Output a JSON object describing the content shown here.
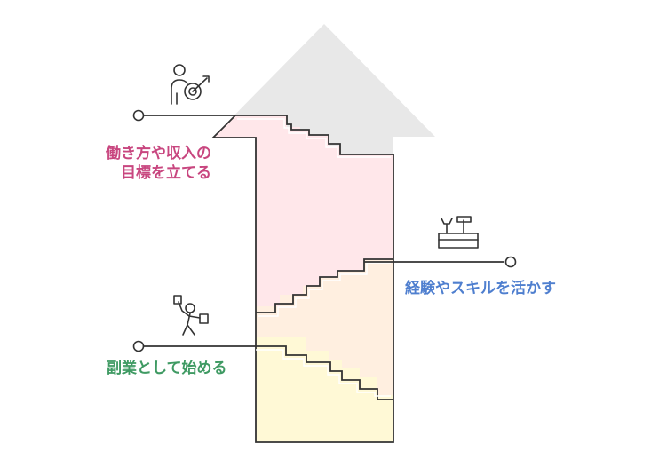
{
  "colors": {
    "goals": "#c8467f",
    "skills": "#4f7fcf",
    "side": "#3f9a63",
    "arrow_gray": "#e8e8e8",
    "band_pink": "#ffe7ea",
    "band_peach": "#ffefe0",
    "band_yellow": "#fff9d6",
    "stroke": "#333333"
  },
  "labels": {
    "goals": {
      "line1": "働き方や収入の",
      "line2": "目標を立てる"
    },
    "skills": "経験やスキルを活かす",
    "side": "副業として始める"
  },
  "icons": {
    "goals": "person-target-icon",
    "skills": "toolbox-icon",
    "side": "person-bag-icon"
  }
}
